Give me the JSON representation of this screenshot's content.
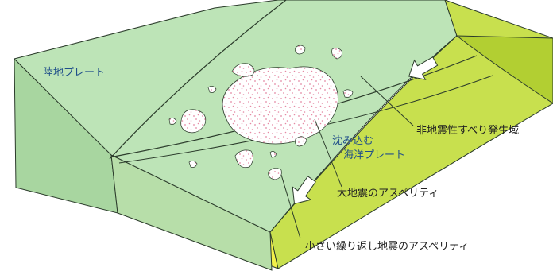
{
  "diagram": {
    "labels": {
      "land_plate": "陸地プレート",
      "non_seismic_slip": "非地震性すべり発生域",
      "subducting_line1": "沈み込む",
      "subducting_line2": "海洋プレート",
      "large_asperity": "大地震のアスペリティ",
      "small_asperity": "小さい繰り返し地震のアスペリティ"
    },
    "colors": {
      "plate_top": "#bde4b7",
      "plate_side": "#a8d6a0",
      "subducting_front": "#c8e04e",
      "subducting_front_dark": "#b2cf32",
      "fault_plane": "#f3f04a",
      "fault_plane_edge": "#d9d400",
      "asperity_fill": "#ffffff",
      "asperity_dots": "#e58aa4",
      "outline": "#2b3b2b",
      "label_plate": "#1f4e8a"
    },
    "arrows": [
      "arrow-icon",
      "arrow-icon"
    ]
  }
}
